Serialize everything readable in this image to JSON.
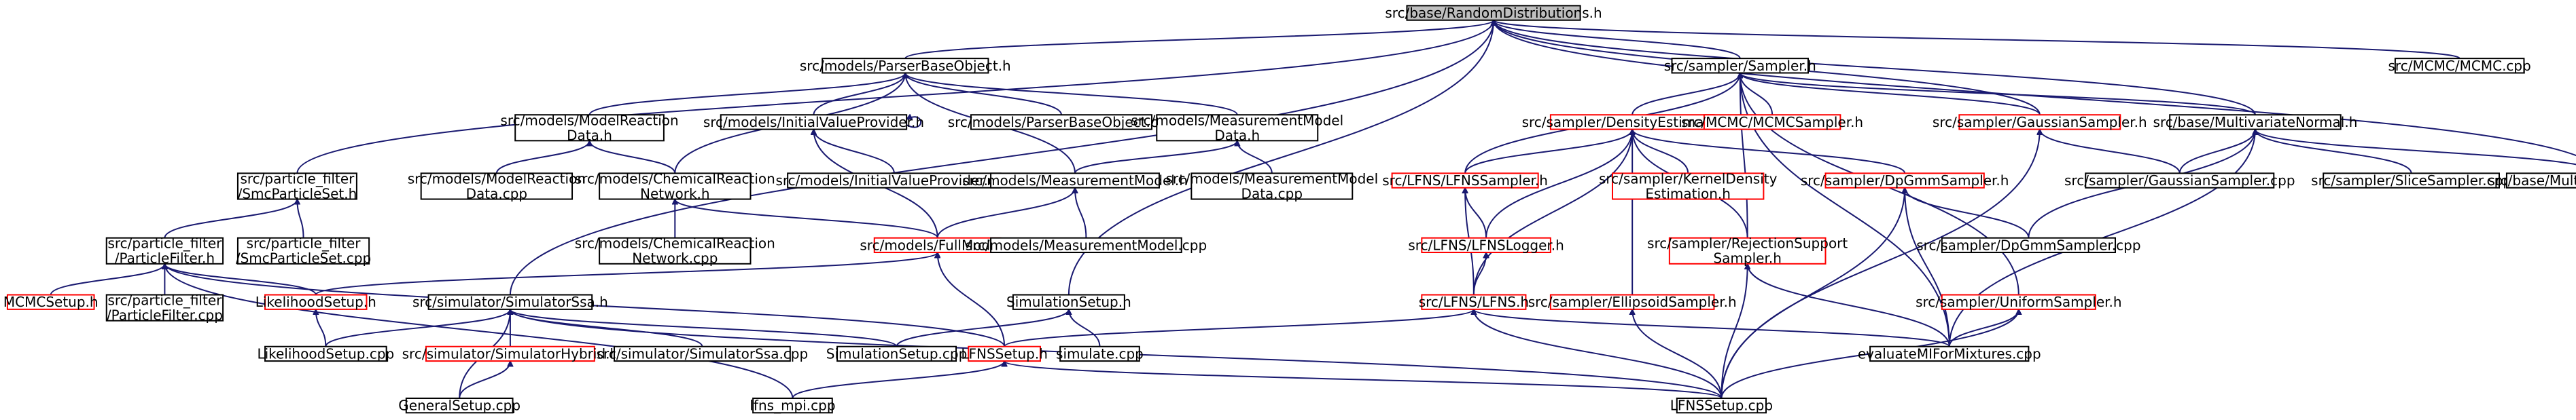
{
  "colors": {
    "edge": "#191970",
    "node_border_normal": "#000000",
    "node_border_incomplete": "#ff0000",
    "root_fill": "#bfbfbf",
    "node_fill": "#ffffff"
  },
  "nodes": [
    {
      "id": "root",
      "lines": [
        "src/base/RandomDistributions.h"
      ],
      "border": "root"
    },
    {
      "id": "pbo_h",
      "lines": [
        "src/models/ParserBaseObject.h"
      ],
      "border": "black"
    },
    {
      "id": "sampler_h",
      "lines": [
        "src/sampler/Sampler.h"
      ],
      "border": "black"
    },
    {
      "id": "mcmc_cpp",
      "lines": [
        "src/MCMC/MCMC.cpp"
      ],
      "border": "black"
    },
    {
      "id": "mr_data_h",
      "lines": [
        "src/models/ModelReaction",
        "Data.h"
      ],
      "border": "black"
    },
    {
      "id": "ivp_h",
      "lines": [
        "src/models/InitialValueProvider.h"
      ],
      "border": "black"
    },
    {
      "id": "pbo_cpp",
      "lines": [
        "src/models/ParserBaseObject.cpp"
      ],
      "border": "black"
    },
    {
      "id": "mm_data_h",
      "lines": [
        "src/models/MeasurementModel",
        "Data.h"
      ],
      "border": "black"
    },
    {
      "id": "de_h",
      "lines": [
        "src/sampler/DensityEstimation.h"
      ],
      "border": "red"
    },
    {
      "id": "mcmcs_h",
      "lines": [
        "src/MCMC/MCMCSampler.h"
      ],
      "border": "red"
    },
    {
      "id": "gs_h",
      "lines": [
        "src/sampler/GaussianSampler.h"
      ],
      "border": "red"
    },
    {
      "id": "mvn_h",
      "lines": [
        "src/base/MultivariateNormal.h"
      ],
      "border": "black"
    },
    {
      "id": "spset_h",
      "lines": [
        "src/particle_filter",
        "/SmcParticleSet.h"
      ],
      "border": "black"
    },
    {
      "id": "mr_data_cpp",
      "lines": [
        "src/models/ModelReaction",
        "Data.cpp"
      ],
      "border": "black"
    },
    {
      "id": "crn_h",
      "lines": [
        "src/models/ChemicalReaction",
        "Network.h"
      ],
      "border": "black"
    },
    {
      "id": "ivp_cpp",
      "lines": [
        "src/models/InitialValueProvider.cpp"
      ],
      "border": "black"
    },
    {
      "id": "mm_h",
      "lines": [
        "src/models/MeasurementModel.h"
      ],
      "border": "black"
    },
    {
      "id": "mm_data_cpp",
      "lines": [
        "src/models/MeasurementModel",
        "Data.cpp"
      ],
      "border": "black"
    },
    {
      "id": "lfnss_h",
      "lines": [
        "src/LFNS/LFNSSampler.h"
      ],
      "border": "red"
    },
    {
      "id": "kde_h",
      "lines": [
        "src/sampler/KernelDensity",
        "Estimation.h"
      ],
      "border": "red"
    },
    {
      "id": "dpgmm_h",
      "lines": [
        "src/sampler/DpGmmSampler.h"
      ],
      "border": "red"
    },
    {
      "id": "gs_cpp",
      "lines": [
        "src/sampler/GaussianSampler.cpp"
      ],
      "border": "black"
    },
    {
      "id": "slice_cpp",
      "lines": [
        "src/sampler/SliceSampler.cpp"
      ],
      "border": "black"
    },
    {
      "id": "mvn_cpp",
      "lines": [
        "src/base/MultivariateNormal.cpp"
      ],
      "border": "black"
    },
    {
      "id": "pfilter_h",
      "lines": [
        "src/particle_filter",
        "/ParticleFilter.h"
      ],
      "border": "black"
    },
    {
      "id": "spset_cpp",
      "lines": [
        "src/particle_filter",
        "/SmcParticleSet.cpp"
      ],
      "border": "black"
    },
    {
      "id": "crn_cpp",
      "lines": [
        "src/models/ChemicalReaction",
        "Network.cpp"
      ],
      "border": "black"
    },
    {
      "id": "fm_h",
      "lines": [
        "src/models/FullModel.h"
      ],
      "border": "red"
    },
    {
      "id": "mm_cpp",
      "lines": [
        "src/models/MeasurementModel.cpp"
      ],
      "border": "black"
    },
    {
      "id": "lfnsl_h",
      "lines": [
        "src/LFNS/LFNSLogger.h"
      ],
      "border": "red"
    },
    {
      "id": "rss_h",
      "lines": [
        "src/sampler/RejectionSupport",
        "Sampler.h"
      ],
      "border": "red"
    },
    {
      "id": "dpgmm_cpp",
      "lines": [
        "src/sampler/DpGmmSampler.cpp"
      ],
      "border": "black"
    },
    {
      "id": "mcmcsetup_h",
      "lines": [
        "MCMCSetup.h"
      ],
      "border": "red"
    },
    {
      "id": "pfilter_cpp",
      "lines": [
        "src/particle_filter",
        "/ParticleFilter.cpp"
      ],
      "border": "black"
    },
    {
      "id": "lhs_h",
      "lines": [
        "LikelihoodSetup.h"
      ],
      "border": "red"
    },
    {
      "id": "simssa_h",
      "lines": [
        "src/simulator/SimulatorSsa.h"
      ],
      "border": "black"
    },
    {
      "id": "simsetup_h",
      "lines": [
        "SimulationSetup.h"
      ],
      "border": "black"
    },
    {
      "id": "lfns_h",
      "lines": [
        "src/LFNS/LFNS.h"
      ],
      "border": "red"
    },
    {
      "id": "es_h",
      "lines": [
        "src/sampler/EllipsoidSampler.h"
      ],
      "border": "red"
    },
    {
      "id": "us_h",
      "lines": [
        "src/sampler/UniformSampler.h"
      ],
      "border": "red"
    },
    {
      "id": "lhs_cpp",
      "lines": [
        "LikelihoodSetup.cpp"
      ],
      "border": "black"
    },
    {
      "id": "simhyb_h",
      "lines": [
        "src/simulator/SimulatorHybrid.h"
      ],
      "border": "red"
    },
    {
      "id": "simssa_cpp",
      "lines": [
        "src/simulator/SimulatorSsa.cpp"
      ],
      "border": "black"
    },
    {
      "id": "simsetup_cpp",
      "lines": [
        "SimulationSetup.cpp"
      ],
      "border": "black"
    },
    {
      "id": "lfnssetup_h",
      "lines": [
        "LFNSSetup.h"
      ],
      "border": "red"
    },
    {
      "id": "simulate_cpp",
      "lines": [
        "simulate.cpp"
      ],
      "border": "black"
    },
    {
      "id": "emfm_cpp",
      "lines": [
        "evaluateMIForMixtures.cpp"
      ],
      "border": "black"
    },
    {
      "id": "gensetup_cpp",
      "lines": [
        "GeneralSetup.cpp"
      ],
      "border": "black"
    },
    {
      "id": "lfnsmpi_cpp",
      "lines": [
        "lfns_mpi.cpp"
      ],
      "border": "black"
    },
    {
      "id": "lfnssetup_cpp",
      "lines": [
        "LFNSSetup.cpp"
      ],
      "border": "black"
    }
  ]
}
